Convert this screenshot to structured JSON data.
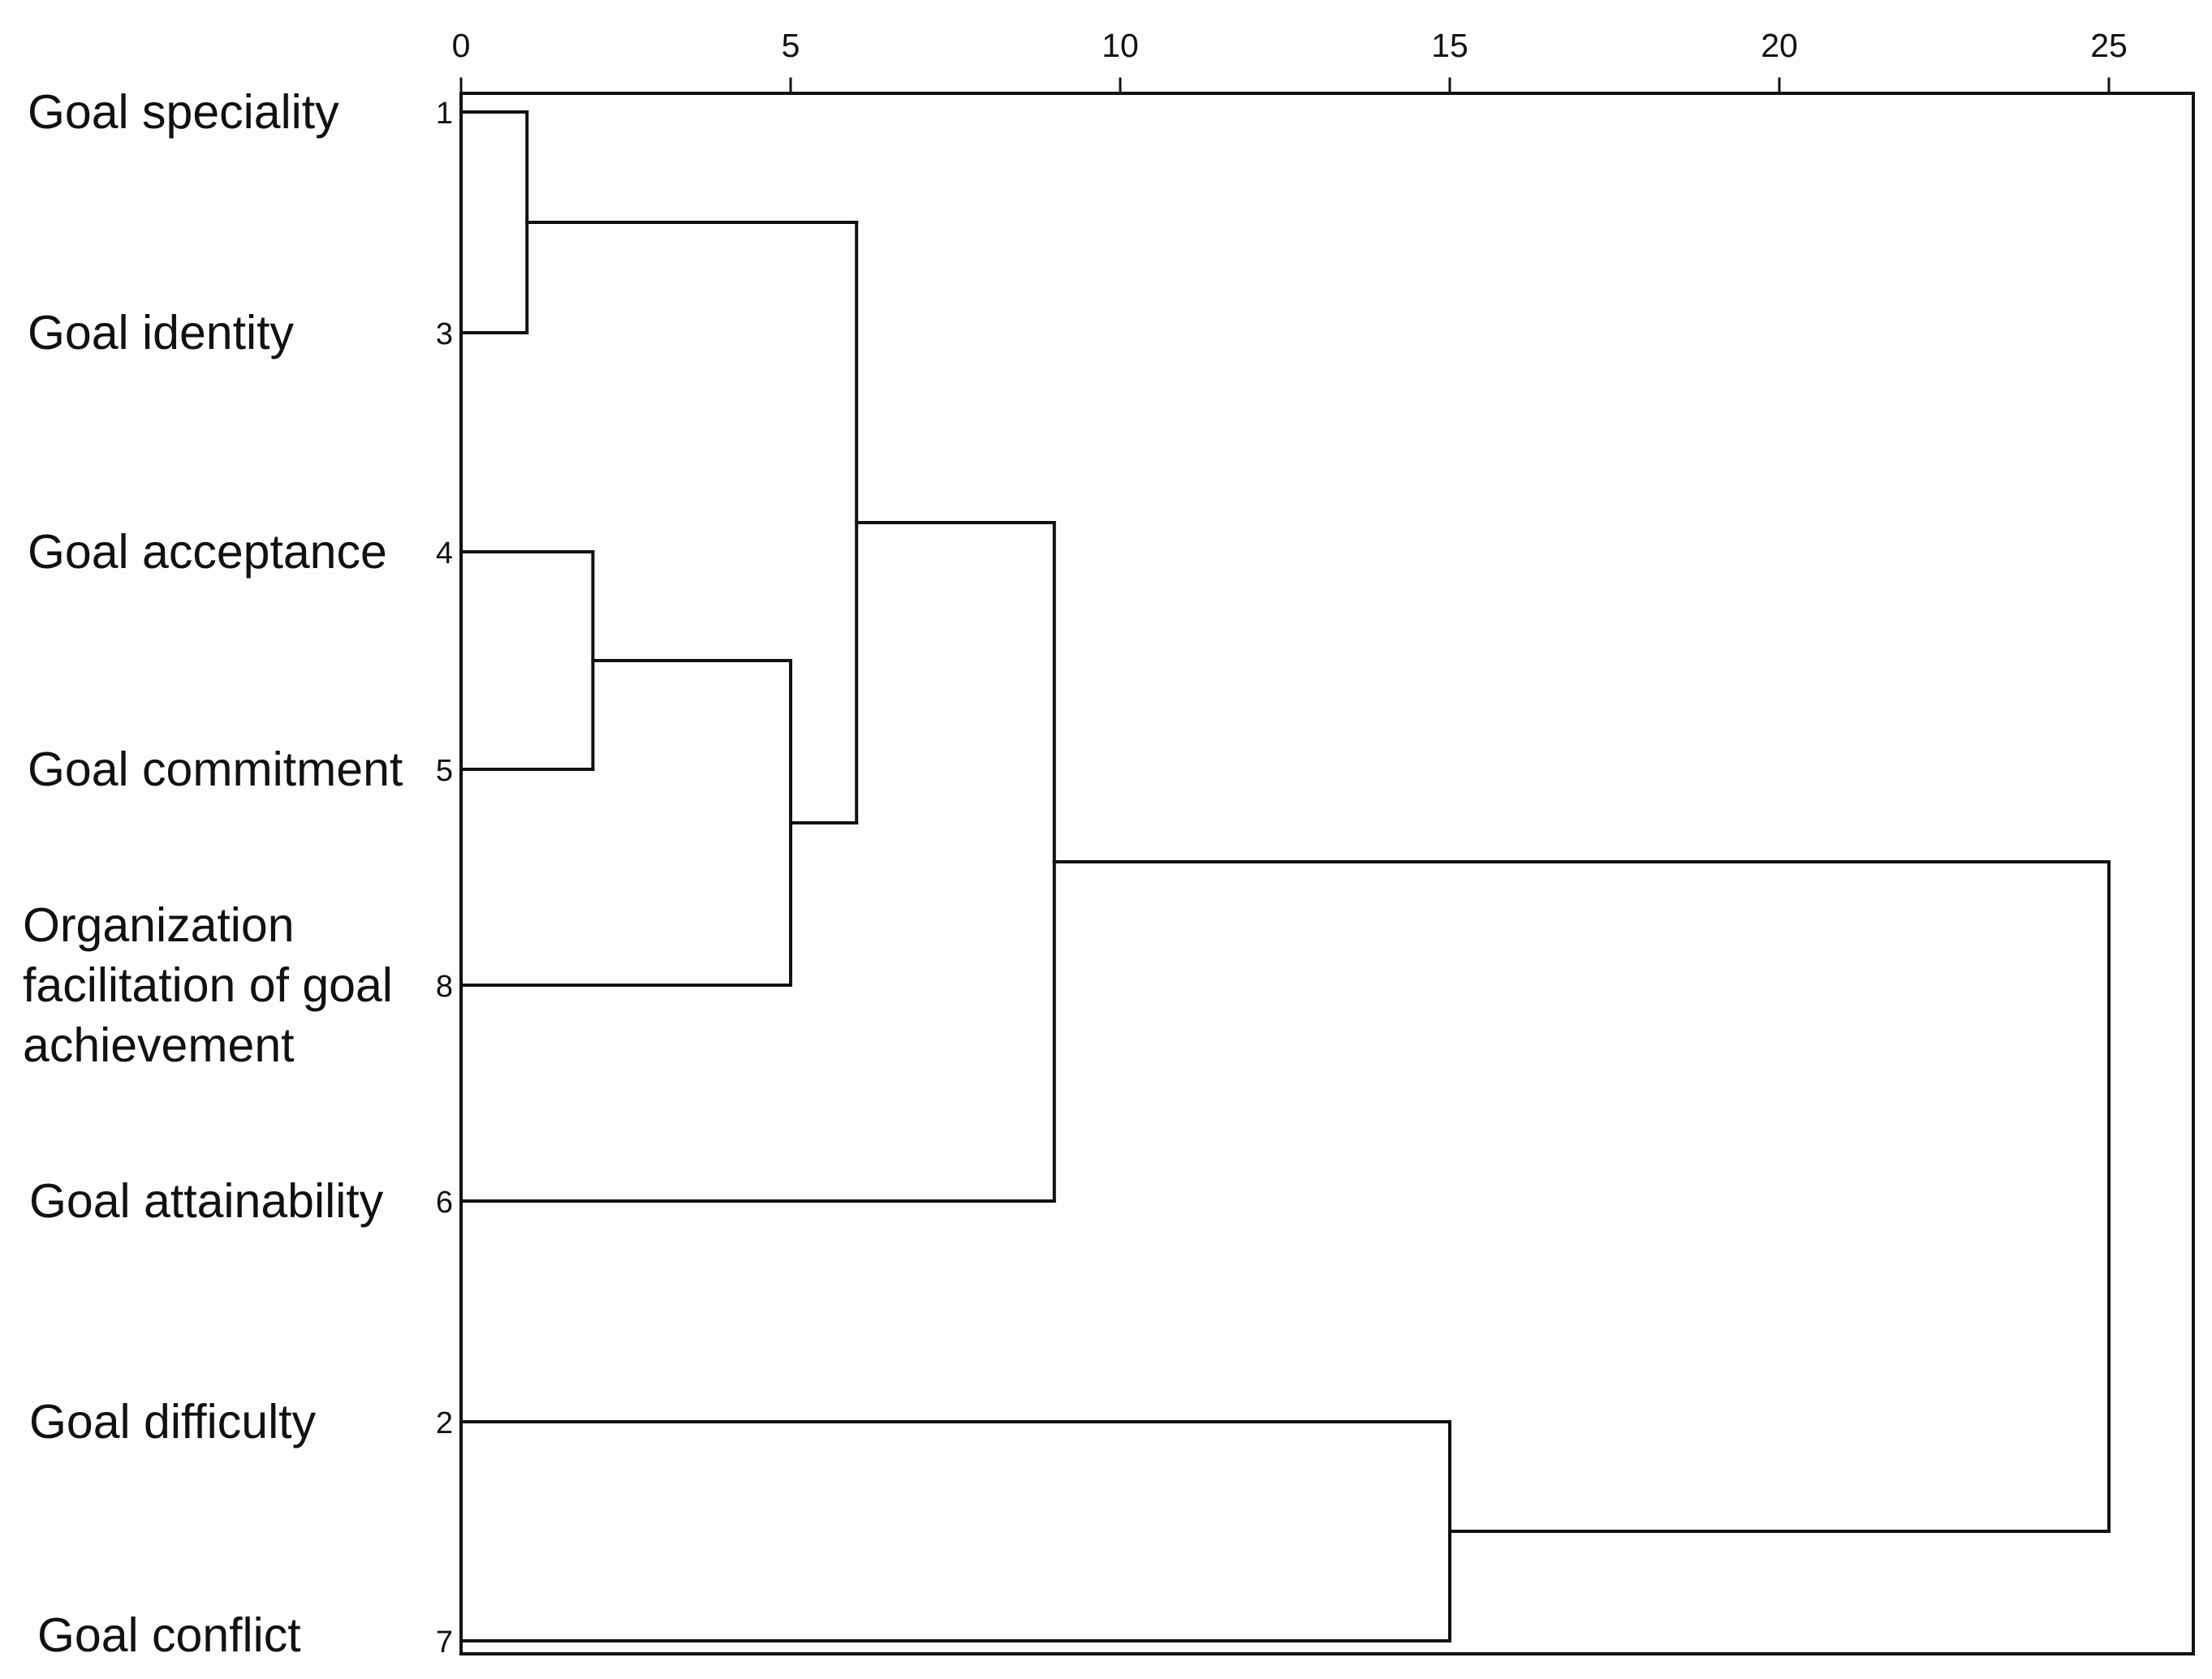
{
  "chart_data": {
    "type": "dendrogram",
    "title": "",
    "xlabel": "",
    "ylabel": "",
    "x_ticks": [
      0,
      5,
      10,
      15,
      20,
      25
    ],
    "xlim": [
      0,
      26.3
    ],
    "items": [
      {
        "label_lines": [
          "Goal speciality"
        ],
        "case": "1"
      },
      {
        "label_lines": [
          "Goal identity"
        ],
        "case": "3"
      },
      {
        "label_lines": [
          "Goal acceptance"
        ],
        "case": "4"
      },
      {
        "label_lines": [
          "Goal commitment"
        ],
        "case": "5"
      },
      {
        "label_lines": [
          "Organization",
          "facilitation of goal",
          "achievement"
        ],
        "case": "8"
      },
      {
        "label_lines": [
          "Goal attainability"
        ],
        "case": "6"
      },
      {
        "label_lines": [
          "Goal difficulty"
        ],
        "case": "2"
      },
      {
        "label_lines": [
          "Goal conflict"
        ],
        "case": "7"
      }
    ],
    "merges": [
      {
        "id": "A",
        "children": [
          "1",
          "3"
        ],
        "height": 1
      },
      {
        "id": "B",
        "children": [
          "4",
          "5"
        ],
        "height": 2
      },
      {
        "id": "C",
        "children": [
          "B",
          "8"
        ],
        "height": 5
      },
      {
        "id": "D",
        "children": [
          "A",
          "C"
        ],
        "height": 6
      },
      {
        "id": "E",
        "children": [
          "D",
          "6"
        ],
        "height": 9
      },
      {
        "id": "F",
        "children": [
          "2",
          "7"
        ],
        "height": 15
      },
      {
        "id": "G",
        "children": [
          "E",
          "F"
        ],
        "height": 25
      }
    ]
  }
}
